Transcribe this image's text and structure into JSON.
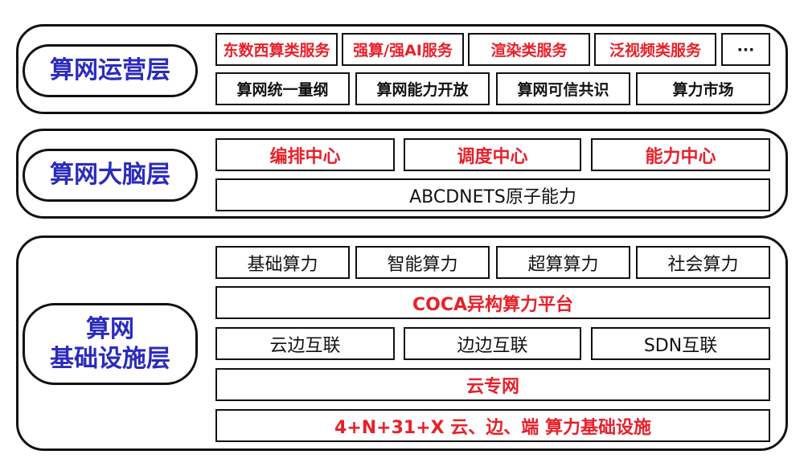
{
  "colors": {
    "accent_red": "#e8202a",
    "layer_title_blue": "#2b2bbd",
    "border": "#111111"
  },
  "layers": [
    {
      "title": "算网运营层",
      "rows": [
        [
          "东数西算类服务",
          "强算/强AI服务",
          "渲染类服务",
          "泛视频类服务",
          "···"
        ],
        [
          "算网统一量纲",
          "算网能力开放",
          "算网可信共识",
          "算力市场"
        ]
      ]
    },
    {
      "title": "算网大脑层",
      "rows": [
        [
          "编排中心",
          "调度中心",
          "能力中心"
        ],
        [
          "ABCDNETS原子能力"
        ]
      ]
    },
    {
      "title": "算网\n基础设施层",
      "rows": [
        [
          "基础算力",
          "智能算力",
          "超算算力",
          "社会算力"
        ],
        [
          "COCA异构算力平台"
        ],
        [
          "云边互联",
          "边边互联",
          "SDN互联"
        ],
        [
          "云专网"
        ],
        [
          "4+N+31+X 云、边、端 算力基础设施"
        ]
      ]
    }
  ]
}
